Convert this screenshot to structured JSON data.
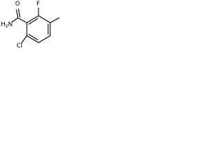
{
  "molecule": {
    "atoms": {
      "fluorine": "F",
      "chlorine": "Cl",
      "nitrogen": "N",
      "hydrogen": "H",
      "hydrogen_count": "2",
      "oxygen": "O"
    },
    "colors": {
      "bond": "#000000",
      "label": "#000000",
      "background": "#ffffff"
    }
  }
}
